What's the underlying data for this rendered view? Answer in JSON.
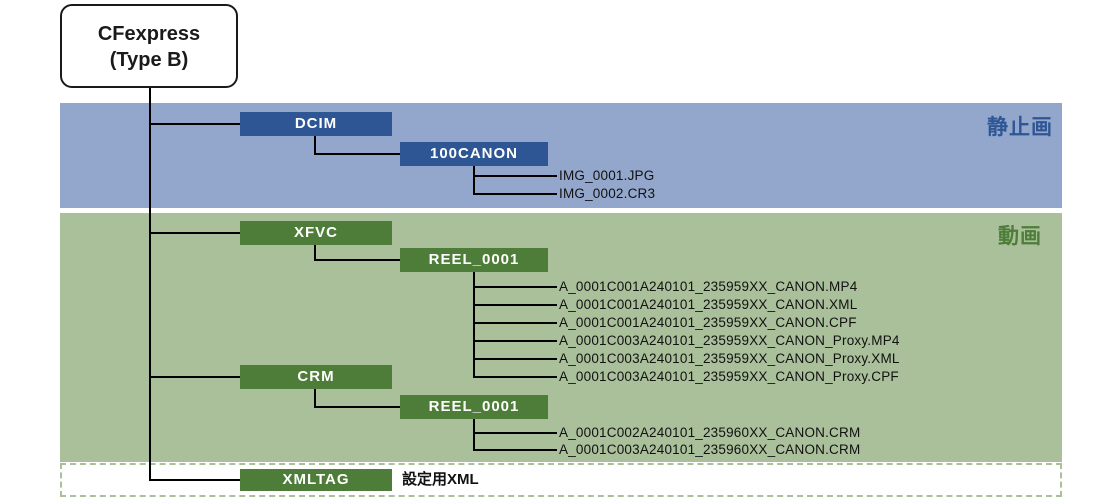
{
  "root_node": {
    "line1": "CFexpress",
    "line2": "(Type B)"
  },
  "bands": {
    "stills": {
      "label": "静止画"
    },
    "movies": {
      "label": "動画"
    }
  },
  "folders": {
    "dcim": "DCIM",
    "canon100": "100CANON",
    "xfvc": "XFVC",
    "reel_xfvc": "REEL_0001",
    "crm": "CRM",
    "reel_crm": "REEL_0001",
    "xmltag": "XMLTAG"
  },
  "notes": {
    "xmltag_note": "設定用XML"
  },
  "files": {
    "canon100": [
      "IMG_0001.JPG",
      "IMG_0002.CR3"
    ],
    "reel_xfvc": [
      "A_0001C001A240101_235959XX_CANON.MP4",
      "A_0001C001A240101_235959XX_CANON.XML",
      "A_0001C001A240101_235959XX_CANON.CPF",
      "A_0001C003A240101_235959XX_CANON_Proxy.MP4",
      "A_0001C003A240101_235959XX_CANON_Proxy.XML",
      "A_0001C003A240101_235959XX_CANON_Proxy.CPF"
    ],
    "reel_crm": [
      "A_0001C002A240101_235960XX_CANON.CRM",
      "A_0001C003A240101_235960XX_CANON.CRM"
    ]
  },
  "colors": {
    "stills_band_bg": "#93a7cc",
    "stills_accent": "#2e5695",
    "movies_band_bg": "#a9c09b",
    "movies_accent": "#4d7d38",
    "dashed_border": "#a9c09b",
    "connector_line": "#000000",
    "background": "#ffffff"
  }
}
